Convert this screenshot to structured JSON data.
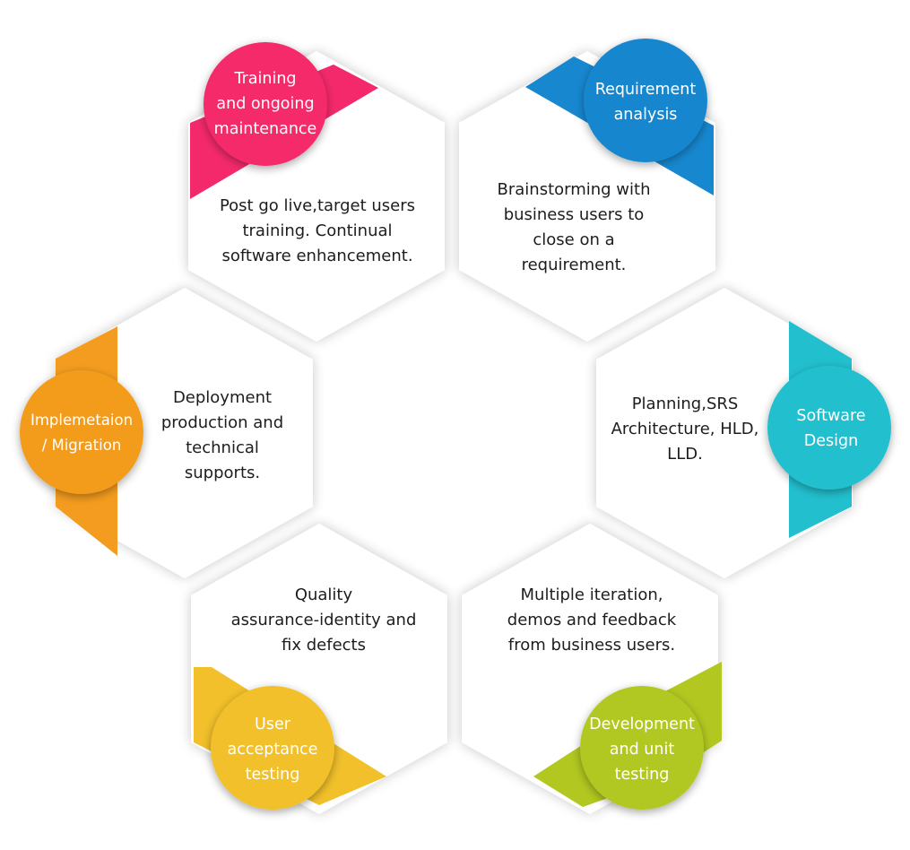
{
  "stages": [
    {
      "id": "training",
      "title": "Training\nand ongoing\nmaintenance",
      "description": "Post go live,target users\ntraining. Continual\nsoftware  enhancement.",
      "color": "#f4296b"
    },
    {
      "id": "requirement",
      "title": "Requirement\nanalysis",
      "description": "Brainstorming with\nbusiness users to\nclose on a\nrequirement.",
      "color": "#1787cf"
    },
    {
      "id": "design",
      "title": "Software\nDesign",
      "description": "Planning,SRS\nArchitecture, HLD,\nLLD.",
      "color": "#22bfce"
    },
    {
      "id": "development",
      "title": "Development\nand unit\ntesting",
      "description": "Multiple iteration,\ndemos and feedback\nfrom business users.",
      "color": "#b2c820"
    },
    {
      "id": "uat",
      "title": "User\nacceptance\ntesting",
      "description": "Quality\nassurance-identity and\nfix defects",
      "color": "#f1c02a"
    },
    {
      "id": "implementation",
      "title": "Implemetaion\n/ Migration",
      "description": "Deployment\nproduction and\ntechnical\nsupports.",
      "color": "#f39c1f"
    }
  ]
}
